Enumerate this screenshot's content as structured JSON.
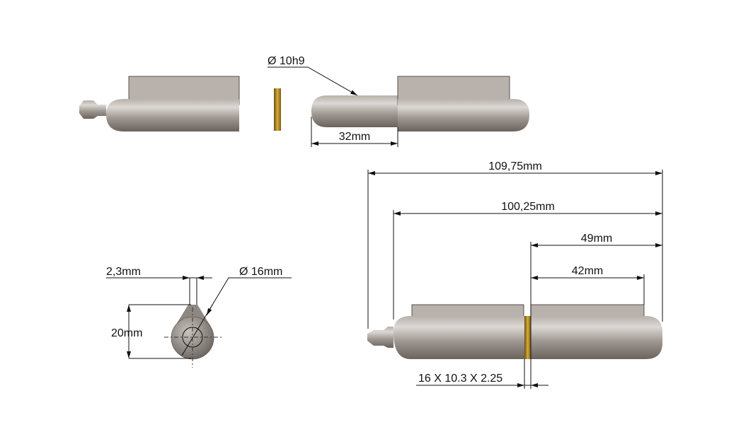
{
  "colors": {
    "metal_light": "#d8d3cf",
    "metal_dark": "#6e6761",
    "plate": "#b9b1ab",
    "washer": "#b8912c",
    "line": "#111111"
  },
  "exploded_view": {
    "pin_diameter": "Ø 10h9",
    "pin_length": "32mm"
  },
  "end_view": {
    "plate_thickness": "2,3mm",
    "barrel_diameter": "Ø 16mm",
    "height": "20mm"
  },
  "assembled_view": {
    "overall_length": "109,75mm",
    "barrel_length": "100,25mm",
    "half_with_washer": "49mm",
    "plate_length": "42mm",
    "washer_spec": "16 X 10.3 X 2.25"
  }
}
